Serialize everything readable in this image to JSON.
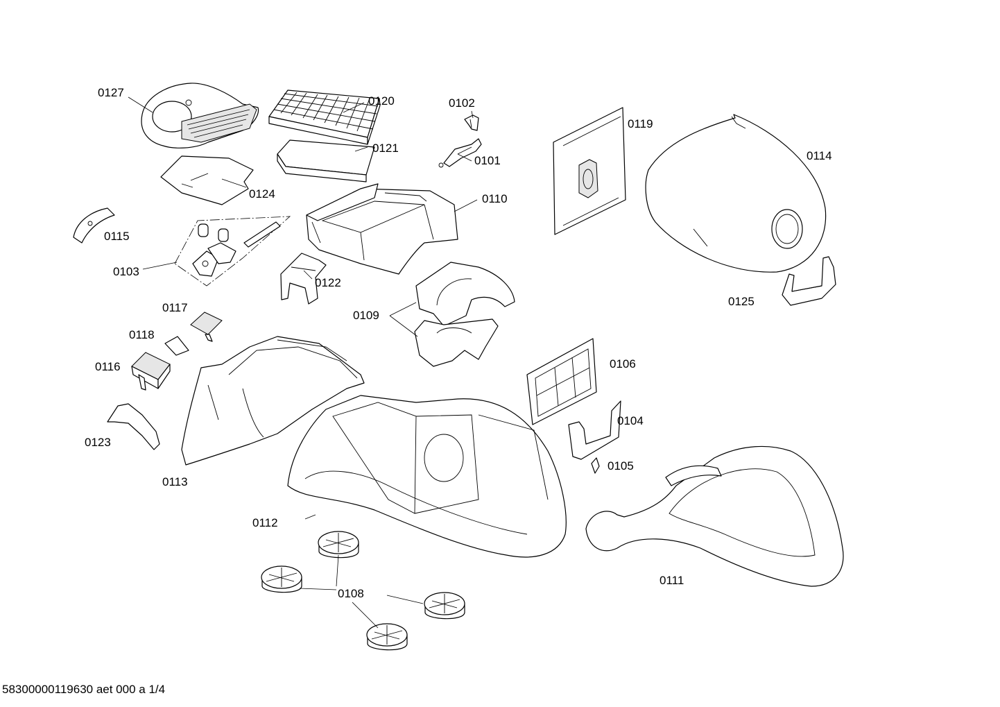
{
  "diagram": {
    "labels": [
      {
        "id": "0127"
      },
      {
        "id": "0120"
      },
      {
        "id": "0102"
      },
      {
        "id": "0119"
      },
      {
        "id": "0114"
      },
      {
        "id": "0121"
      },
      {
        "id": "0101"
      },
      {
        "id": "0124"
      },
      {
        "id": "0110"
      },
      {
        "id": "0115"
      },
      {
        "id": "0103"
      },
      {
        "id": "0122"
      },
      {
        "id": "0125"
      },
      {
        "id": "0117"
      },
      {
        "id": "0109"
      },
      {
        "id": "0118"
      },
      {
        "id": "0116"
      },
      {
        "id": "0106"
      },
      {
        "id": "0104"
      },
      {
        "id": "0123"
      },
      {
        "id": "0105"
      },
      {
        "id": "0113"
      },
      {
        "id": "0112"
      },
      {
        "id": "0111"
      },
      {
        "id": "0108"
      }
    ]
  },
  "footer": {
    "text": "58300000119630 aet 000 a 1/4"
  }
}
